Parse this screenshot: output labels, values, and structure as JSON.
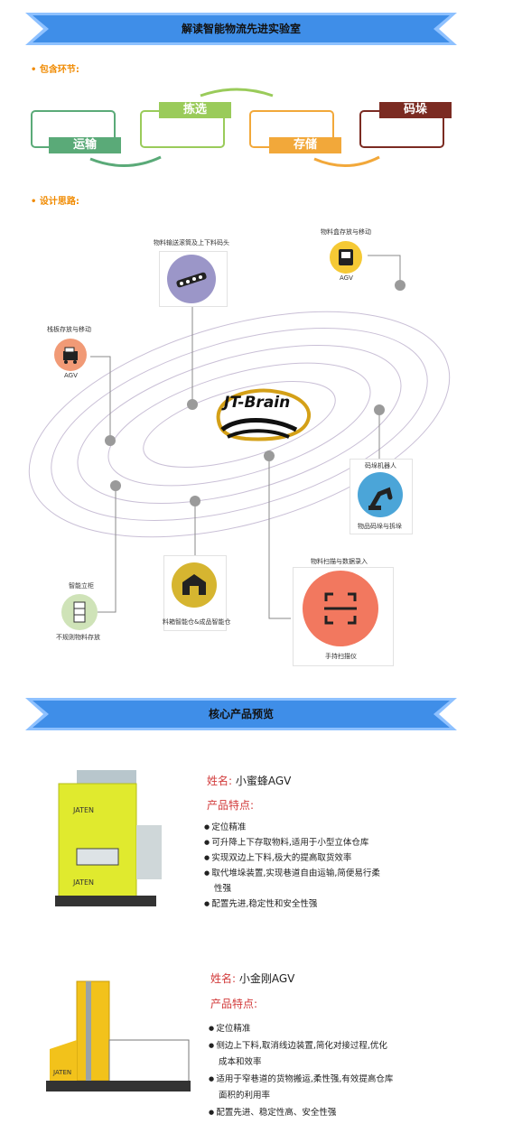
{
  "banners": {
    "top": "解读智能物流先进实验室",
    "core": "核心产品预览"
  },
  "sections": {
    "links": "• 包含环节:",
    "design": "• 设计思路:"
  },
  "flow": [
    {
      "label": "运输",
      "color": "#5aaa78"
    },
    {
      "label": "拣选",
      "color": "#9acb5a"
    },
    {
      "label": "存储",
      "color": "#f2a83a"
    },
    {
      "label": "码垛",
      "color": "#7b2b22"
    }
  ],
  "diagram": {
    "brain": "JT-Brain",
    "items": {
      "conveyor_title": "物料输送滚筒及上下料码头",
      "bin_title": "物料盒存放与移动",
      "bin_agv": "AGV",
      "stack_title": "栈板存放与移动",
      "stack_agv": "AGV",
      "robot_title": "码垛机器人",
      "robot_sub": "物品码垛与拆垛",
      "cabinet_title": "智能立柜",
      "cabinet_sub": "不规则物料存放",
      "warehouse_sub": "料箱智能仓&成品智能仓",
      "scan_title": "物料扫描与数据录入",
      "scan_sub": "手持扫描仪"
    }
  },
  "products": [
    {
      "name_label": "姓名:",
      "name": "小蜜蜂AGV",
      "feat_label": "产品特点:",
      "brand": "JATEN",
      "features": [
        "定位精准",
        "可升降上下存取物料,适用于小型立体仓库",
        "实现双边上下料,极大的提高取货效率",
        "取代堆垛装置,实现巷道自由运输,简便易行柔",
        "配置先进,稳定性和安全性强"
      ],
      "feature_cont": {
        "3": "性强"
      }
    },
    {
      "name_label": "姓名:",
      "name": "小金刚AGV",
      "feat_label": "产品特点:",
      "brand": "JATEN",
      "features": [
        "定位精准",
        "侧边上下料,取消线边装置,简化对接过程,优化",
        "适用于窄巷道的货物搬运,柔性强,有效提高仓库",
        "配置先进、稳定性高、安全性强"
      ],
      "feature_cont": {
        "1": "成本和效率",
        "2": "面积的利用率"
      }
    }
  ],
  "colors": {
    "banner": "#3f8ee8",
    "banner_edge": "#8ec1ff",
    "accent": "#f08a00",
    "name": "#d23b3b"
  }
}
